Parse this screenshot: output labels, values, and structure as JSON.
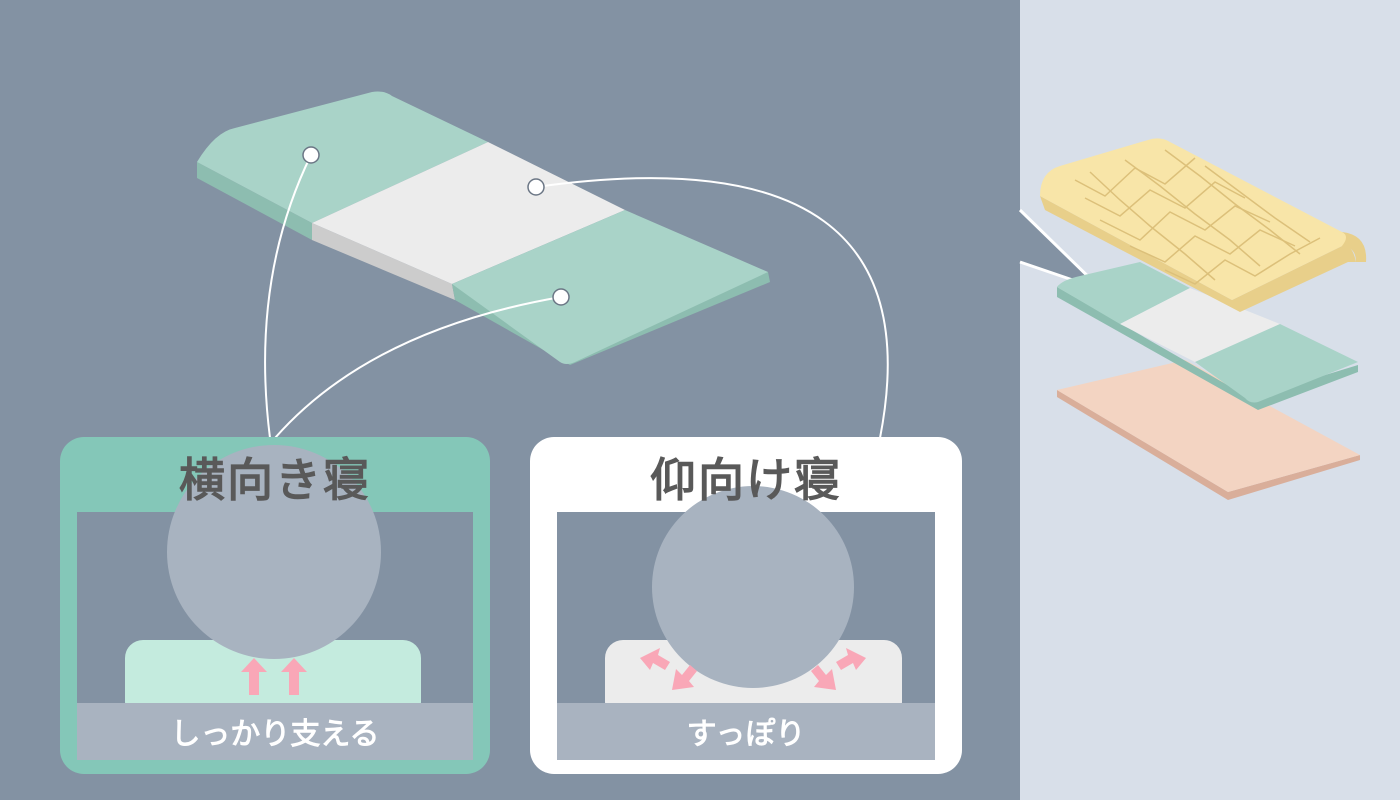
{
  "colors": {
    "main_bg": "#8392a3",
    "side_bg": "#d8dfe9",
    "mint": "#a9d3c8",
    "mint_side": "#8dbdb0",
    "mint_light": "#c4ebde",
    "white_section": "#ececec",
    "white_side": "#cccccc",
    "panel_green": "#84c7b8",
    "panel_white": "#ffffff",
    "head": "#a8b3c0",
    "arrow_pink": "#f9a7b7",
    "yellow_layer": "#f8e5a8",
    "peach_layer": "#f3d4c2",
    "label_bar": "#a9b3c0"
  },
  "panels": {
    "side": {
      "title": "横向き寝",
      "caption": "しっかり支える"
    },
    "back": {
      "title": "仰向け寝",
      "caption": "すっぽり"
    }
  }
}
